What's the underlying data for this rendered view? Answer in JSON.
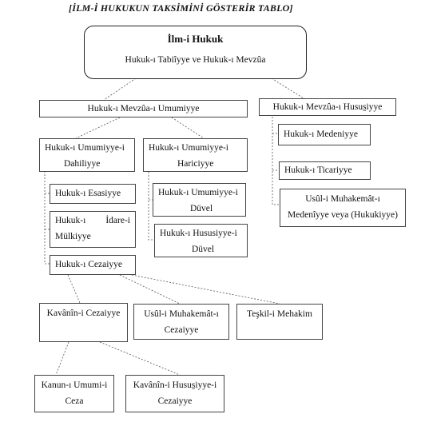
{
  "title": "[İLM-İ HUKUKUN TAKSİMİNİ GÖSTERİR TABLO]",
  "root": {
    "title": "İlm-i Hukuk",
    "subtitle": "Hukuk-ı Tabiîyye ve Hukuk-ı Mevzûa"
  },
  "mevzua_umumiyye": "Hukuk-ı Mevzûa-ı Umumiyye",
  "mevzua_hususiyye": "Hukuk-ı Mevzûa-ı Husus̱iyye",
  "umumiyye_dahiliyye": [
    "Hukuk-ı Umumiyye-i",
    "Dahiliyye"
  ],
  "umumiyye_hariciyye": [
    "Hukuk-ı Umumiyye-i",
    "Hariciyye"
  ],
  "esasiyye": "Hukuk-ı Esasiyye",
  "idare_mulkiyye": [
    "Hukuk-ı İdare-i",
    "Mülkiyye"
  ],
  "cezaiyye": "Hukuk-ı Cezaiyye",
  "umumiyye_duvel": [
    "Hukuk-ı Umumiyye-i",
    "Düvel"
  ],
  "hususiyye_duvel": [
    "Hukuk-ı Hususiyye-i",
    "Düvel"
  ],
  "medeniyye": "Hukuk-ı Medeniyye",
  "ticariyye": "Hukuk-ı Ticariyye",
  "usul_medeniyye": [
    "Usûl-i Muhakemât-ı",
    "Medenîyye veya (Hukukiyye)"
  ],
  "kavanin_cezaiyye": "Kavânîn-i Cezaiyye",
  "usul_cezaiyye": [
    "Usûl-i Muhakemât-ı",
    "Cezaiyye"
  ],
  "teskil_mehakim": "Teşkil-i Mehakim",
  "kanun_umumi": [
    "Kanun-ı Umumi-i",
    "Ceza"
  ],
  "kavanin_hususiyye": [
    "Kavânîn-i Husus̱iyye-i",
    "Cezaiyye"
  ]
}
